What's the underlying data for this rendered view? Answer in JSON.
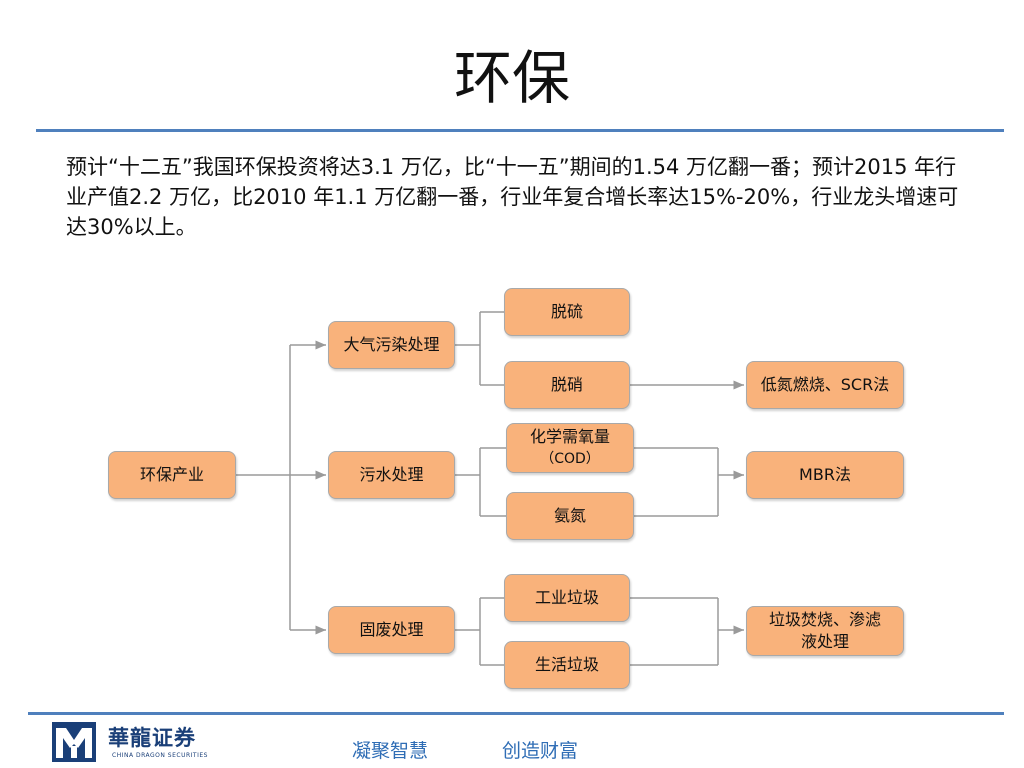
{
  "slide": {
    "title": "环保",
    "paragraph": "预计“十二五”我国环保投资将达3.1 万亿，比“十一五”期间的1.54 万亿翻一番；预计2015 年行业产值2.2 万亿，比2010 年1.1 万亿翻一番，行业年复合增长率达15%-20%，行业龙头增速可达30%以上。"
  },
  "diagram": {
    "root": "环保产业",
    "categories": [
      "大气污染处理",
      "污水处理",
      "固废处理"
    ],
    "subitems": {
      "air_1": "脱硫",
      "air_2": "脱硝",
      "water_1_line1": "化学需氧量",
      "water_1_line2": "（COD）",
      "water_2": "氨氮",
      "solid_1": "工业垃圾",
      "solid_2": "生活垃圾"
    },
    "outcomes": {
      "air": "低氮燃烧、SCR法",
      "water": "MBR法",
      "solid_line1": "垃圾焚烧、渗滤",
      "solid_line2": "液处理"
    }
  },
  "footer": {
    "logo_cn": "華龍证券",
    "logo_en": "CHINA DRAGON SECURITIES",
    "slogan_left": "凝聚智慧",
    "slogan_right": "创造财富"
  },
  "colors": {
    "accent_rule": "#4f80bd",
    "box_fill": "#f9b27b",
    "box_border": "#a9a9a9",
    "connector": "#9a9a9a",
    "slogan": "#2f6db5"
  }
}
